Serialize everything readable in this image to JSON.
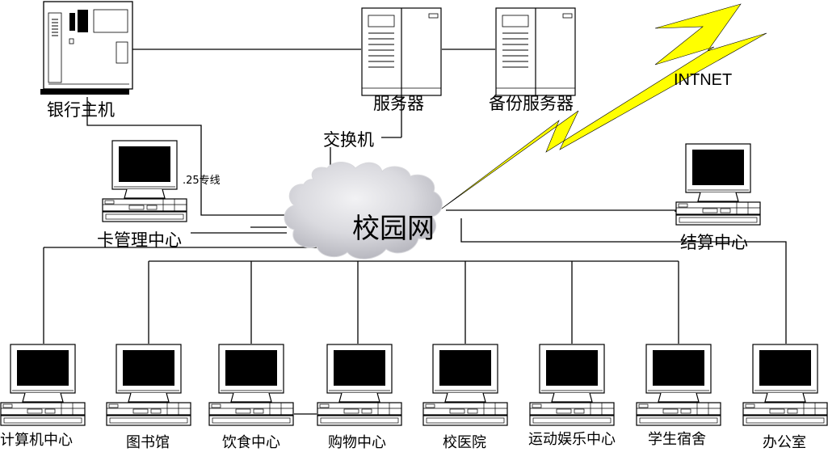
{
  "nodes": {
    "bank_host": "银行主机",
    "server": "服务器",
    "backup_server": "备份服务器",
    "internet": "INTNET",
    "switch": "交换机",
    "x25_line": ".25专线",
    "card_center": "卡管理中心",
    "campus_net": "校园网",
    "settlement_center": "结算中心"
  },
  "clients": [
    {
      "label": "计算机中心"
    },
    {
      "label": "图书馆"
    },
    {
      "label": "饮食中心"
    },
    {
      "label": "购物中心"
    },
    {
      "label": "校医院"
    },
    {
      "label": "运动娱乐中心"
    },
    {
      "label": "学生宿舍"
    },
    {
      "label": "办公室"
    }
  ],
  "colors": {
    "line": "#000000",
    "bolt": "#ffff00",
    "screen": "#000000",
    "cloud_light": "#f2f2f4",
    "cloud_dark": "#b4b4bc"
  }
}
